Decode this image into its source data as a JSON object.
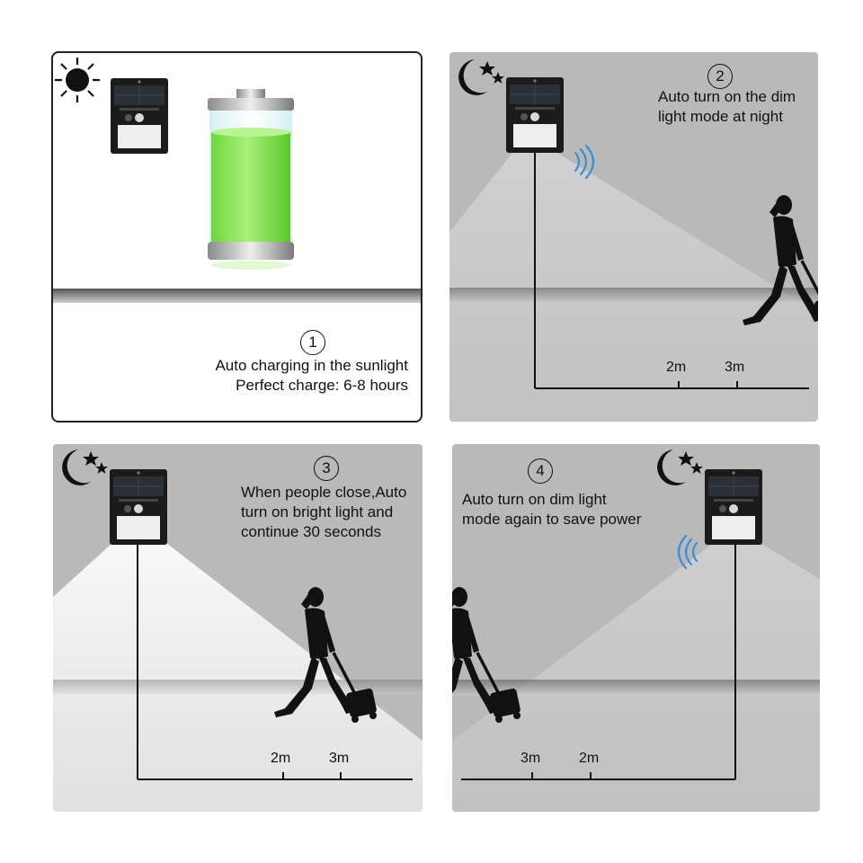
{
  "steps": [
    {
      "number": "1",
      "lines": [
        "Auto charging in the sunlight",
        "Perfect charge: 6-8 hours"
      ]
    },
    {
      "number": "2",
      "lines": [
        "Auto turn on the dim",
        "light mode at night"
      ],
      "distances": [
        "2m",
        "3m"
      ]
    },
    {
      "number": "3",
      "lines": [
        "When people close,Auto",
        "turn on bright light and",
        "continue 30 seconds"
      ],
      "distances": [
        "2m",
        "3m"
      ]
    },
    {
      "number": "4",
      "lines": [
        "Auto turn on dim light",
        "mode again to save power"
      ],
      "distances": [
        "3m",
        "2m"
      ]
    }
  ],
  "colors": {
    "battery_fill": "#7ee04a",
    "sensor_wave": "#3a8fd8",
    "night_background": "#b9b9b9",
    "light_beam": "#e8e8e8"
  },
  "icons": [
    "sun-icon",
    "moon-stars-icon",
    "solar-lamp-icon",
    "battery-icon",
    "motion-wave-icon",
    "walking-traveler-icon"
  ]
}
